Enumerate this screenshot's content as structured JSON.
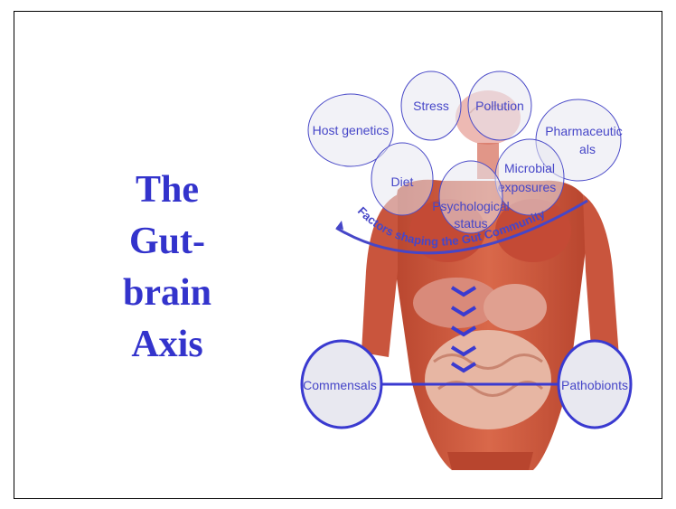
{
  "title_lines": [
    "The",
    "Gut-",
    "brain",
    "Axis"
  ],
  "factor_bubbles": [
    {
      "line1": "Stress",
      "line2": ""
    },
    {
      "line1": "Pollution",
      "line2": ""
    },
    {
      "line1": "Host genetics",
      "line2": ""
    },
    {
      "line1": "Pharmaceutic",
      "line2": "als"
    },
    {
      "line1": "Diet",
      "line2": ""
    },
    {
      "line1": "Microbial",
      "line2": "exposures"
    },
    {
      "line1": "Psychological",
      "line2": "status"
    }
  ],
  "arc_text": "Factors shaping the Gut Community",
  "outcomes": {
    "left": "Commensals",
    "right": "Pathobionts"
  },
  "colors": {
    "title": "#3333cc",
    "accent": "#4646c8",
    "bubble_fill": "#e8e8f0",
    "bubble_stroke": "#4a4ac8"
  }
}
